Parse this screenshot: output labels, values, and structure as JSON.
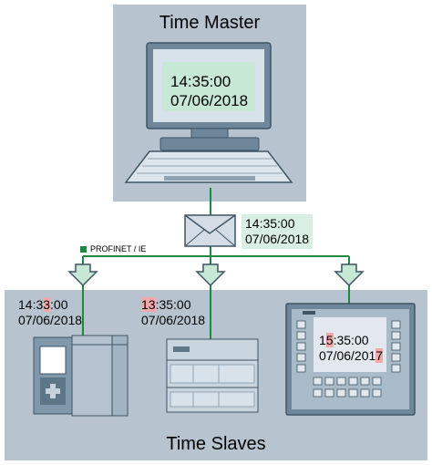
{
  "time_master": {
    "title": "Time Master",
    "time": "14:35:00",
    "date": "07/06/2018"
  },
  "message": {
    "time": "14:35:00",
    "date": "07/06/2018"
  },
  "network": {
    "label": "PROFINET   / IE"
  },
  "time_slaves": {
    "title": "Time Slaves",
    "slaves": [
      {
        "time_prefix": "14:3",
        "time_diff": "3",
        "time_suffix": ":00",
        "date_prefix": "07/06/2018",
        "date_diff": "",
        "date_suffix": ""
      },
      {
        "time_prefix": "",
        "time_diff": "13",
        "time_suffix": ":35:00",
        "date_prefix": "07/06/2018",
        "date_diff": "",
        "date_suffix": ""
      },
      {
        "time_prefix": "1",
        "time_diff": "5",
        "time_suffix": ":35:00",
        "date_prefix": "07/06/201",
        "date_diff": "7",
        "date_suffix": ""
      }
    ]
  },
  "colors": {
    "panel": "#b7c4cf",
    "network_line": "#1f8a3d",
    "highlight": "#f1a9a9",
    "screen": "#c8e8d6"
  }
}
